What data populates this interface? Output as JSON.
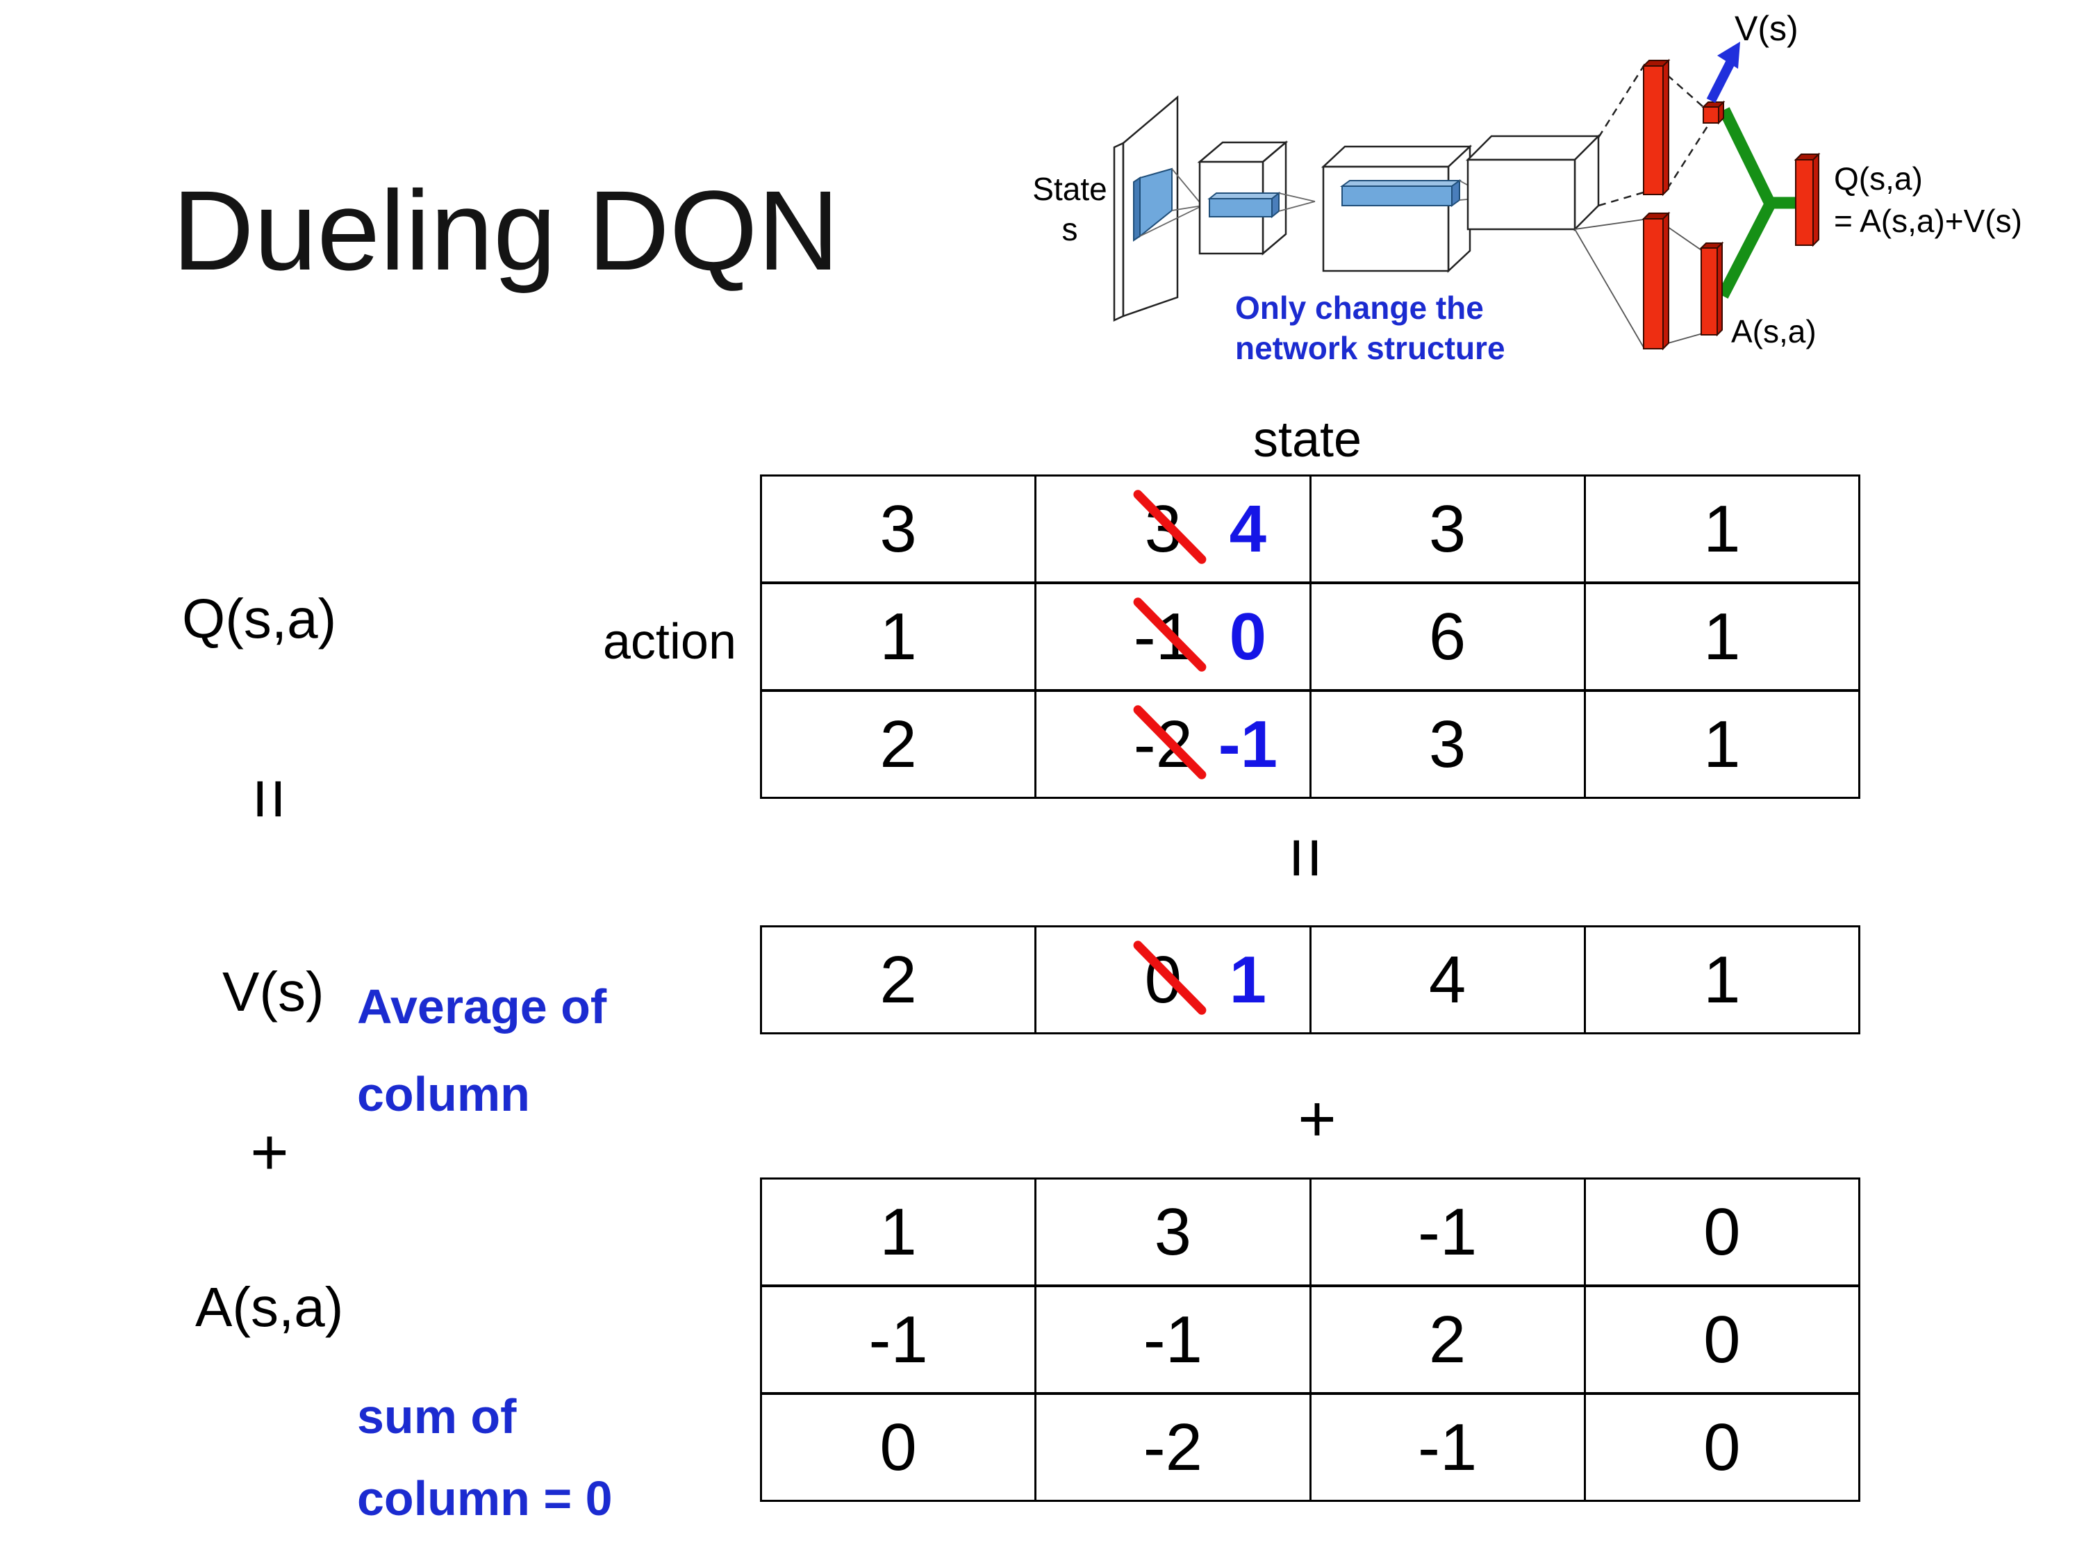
{
  "title": "Dueling DQN",
  "colors": {
    "annotation_blue": "#1b2bd0",
    "corrected_value_blue": "#1515e6",
    "strike_red": "#ed1111",
    "bar_red": "#ee2e12",
    "merge_green": "#169016",
    "conv_blue": "#6fa8dc"
  },
  "diagram": {
    "state_line1": "State",
    "state_line2": "s",
    "note_line1": "Only change the",
    "note_line2": "network structure",
    "v_out": "V(s)",
    "q_out_line1": "Q(s,a)",
    "q_out_line2": "= A(s,a)+V(s)",
    "a_out": "A(s,a)"
  },
  "axes": {
    "state": "state",
    "action": "action"
  },
  "equation": {
    "q": "Q(s,a)",
    "equals": "=",
    "v": "V(s)",
    "plus": "+",
    "a": "A(s,a)"
  },
  "mid_ops": {
    "equals": "=",
    "plus": "+"
  },
  "annotations": {
    "average_line1": "Average of",
    "average_line2": "column",
    "sum_line1": "sum of",
    "sum_line2": "column = 0"
  },
  "q_table": {
    "rows": [
      {
        "cells": [
          {
            "v": "3"
          },
          {
            "old": "3",
            "new": "4"
          },
          {
            "v": "3"
          },
          {
            "v": "1"
          }
        ]
      },
      {
        "cells": [
          {
            "v": "1"
          },
          {
            "old": "-1",
            "new": "0"
          },
          {
            "v": "6"
          },
          {
            "v": "1"
          }
        ]
      },
      {
        "cells": [
          {
            "v": "2"
          },
          {
            "old": "-2",
            "new": "-1"
          },
          {
            "v": "3"
          },
          {
            "v": "1"
          }
        ]
      }
    ]
  },
  "v_table": {
    "rows": [
      {
        "cells": [
          {
            "v": "2"
          },
          {
            "old": "0",
            "new": "1"
          },
          {
            "v": "4"
          },
          {
            "v": "1"
          }
        ]
      }
    ]
  },
  "a_table": {
    "rows": [
      {
        "cells": [
          {
            "v": "1"
          },
          {
            "v": "3"
          },
          {
            "v": "-1"
          },
          {
            "v": "0"
          }
        ]
      },
      {
        "cells": [
          {
            "v": "-1"
          },
          {
            "v": "-1"
          },
          {
            "v": "2"
          },
          {
            "v": "0"
          }
        ]
      },
      {
        "cells": [
          {
            "v": "0"
          },
          {
            "v": "-2"
          },
          {
            "v": "-1"
          },
          {
            "v": "0"
          }
        ]
      }
    ]
  }
}
